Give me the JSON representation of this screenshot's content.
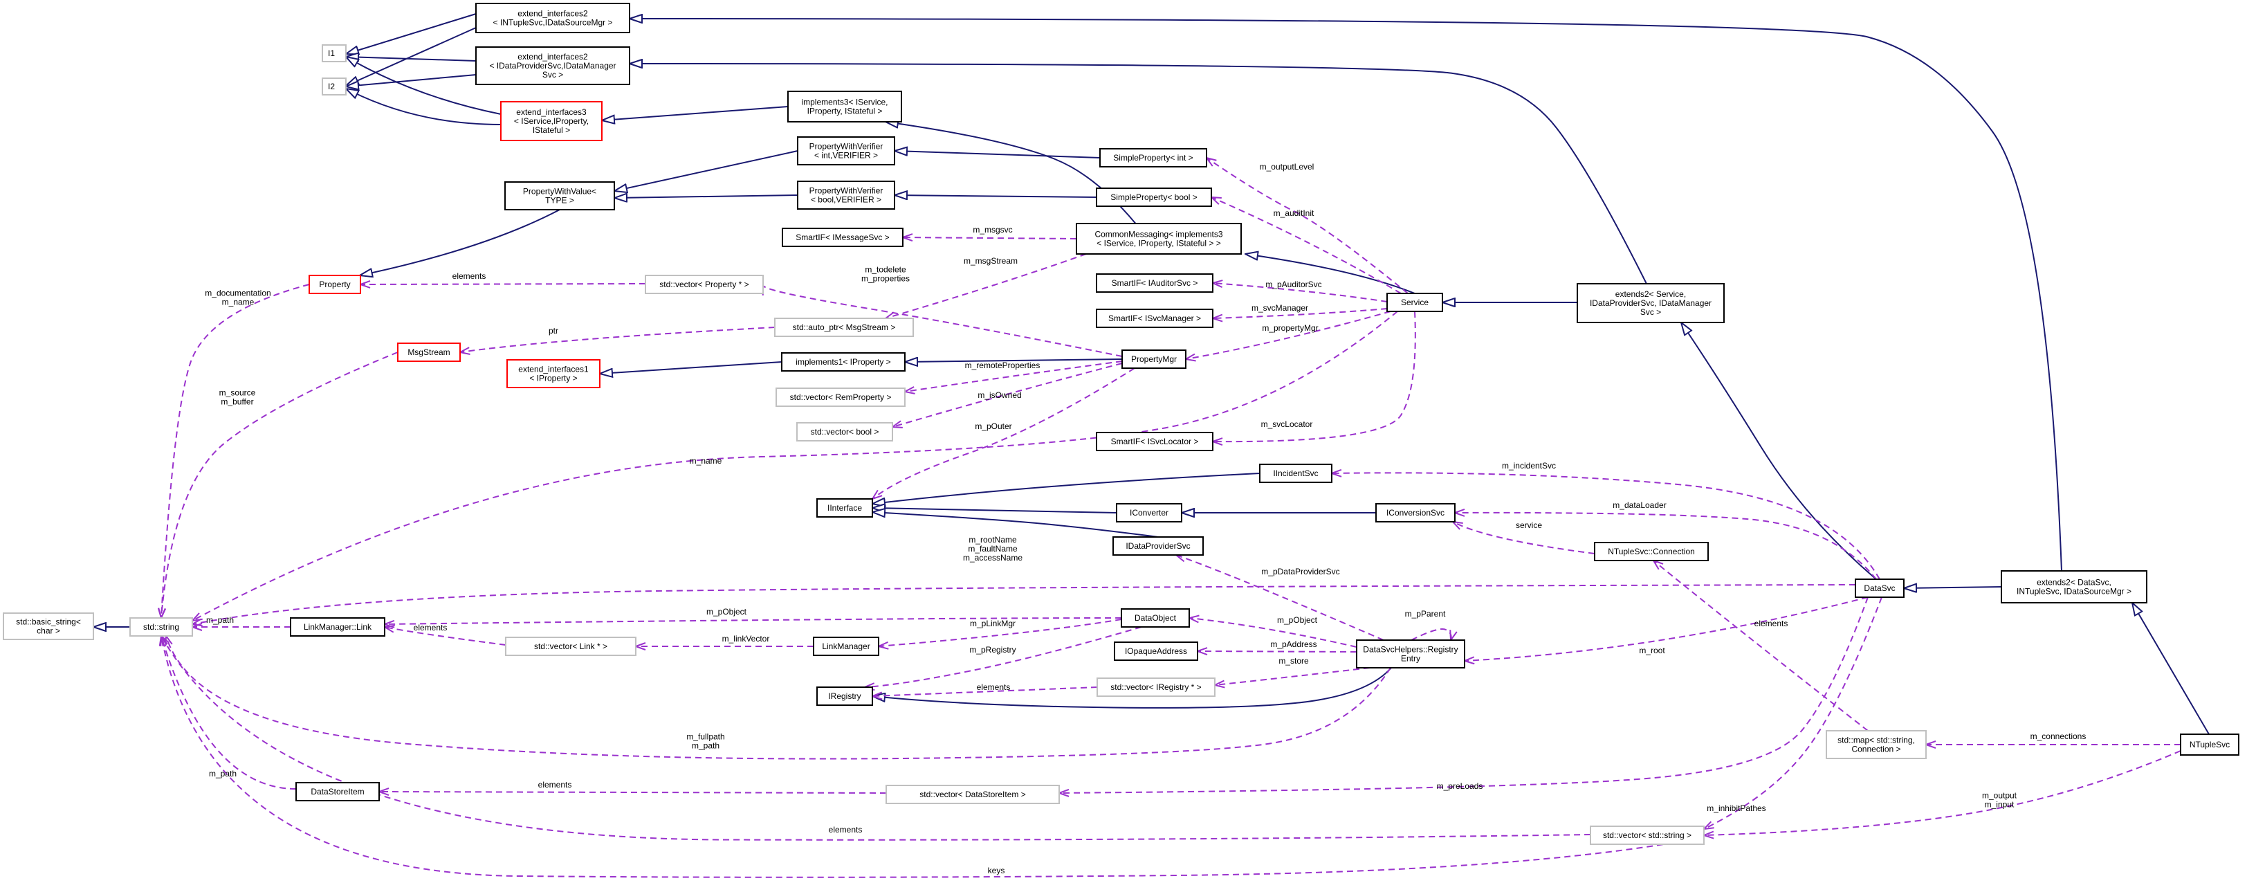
{
  "diagram": {
    "colors": {
      "inheritance_edge": "#191970",
      "usage_edge": "#9a32cd",
      "node_border_default": "#000000",
      "node_border_undocumented": "#c0c0c0",
      "node_border_truncated": "#ff0000",
      "node_fill_focus": "#bfbfbf"
    },
    "nodes": {
      "ntuplesvc": {
        "lines": [
          "NTupleSvc"
        ]
      },
      "extends2_datasvc": {
        "lines": [
          "extends2< DataSvc,",
          "INTupleSvc, IDataSourceMgr >"
        ]
      },
      "map_connection": {
        "lines": [
          "std::map< std::string,",
          "Connection >"
        ]
      },
      "datasvc": {
        "lines": [
          "DataSvc"
        ]
      },
      "extend_interfaces2_ntuple": {
        "lines": [
          "extend_interfaces2",
          "< INTupleSvc,IDataSourceMgr >"
        ]
      },
      "extends2_service": {
        "lines": [
          "extends2< Service,",
          "IDataProviderSvc, IDataManager",
          "Svc >"
        ]
      },
      "vector_string": {
        "lines": [
          "std::vector< std::string >"
        ]
      },
      "ntuple_connection": {
        "lines": [
          "NTupleSvc::Connection"
        ]
      },
      "iconversionsvc": {
        "lines": [
          "IConversionSvc"
        ]
      },
      "iincidentsvc": {
        "lines": [
          "IIncidentSvc"
        ]
      },
      "registry_entry": {
        "lines": [
          "DataSvcHelpers::Registry",
          "Entry"
        ]
      },
      "service": {
        "lines": [
          "Service"
        ]
      },
      "idataprovidersvc": {
        "lines": [
          "IDataProviderSvc"
        ]
      },
      "iconverter": {
        "lines": [
          "IConverter"
        ]
      },
      "iopaqueaddress": {
        "lines": [
          "IOpaqueAddress"
        ]
      },
      "vector_iregistry": {
        "lines": [
          "std::vector< IRegistry * >"
        ]
      },
      "dataobject": {
        "lines": [
          "DataObject"
        ]
      },
      "iregistry": {
        "lines": [
          "IRegistry"
        ]
      },
      "linkmanager": {
        "lines": [
          "LinkManager"
        ]
      },
      "vector_datastoreitem": {
        "lines": [
          "std::vector< DataStoreItem >"
        ]
      },
      "datastoreitem": {
        "lines": [
          "DataStoreItem"
        ]
      },
      "vector_link": {
        "lines": [
          "std::vector< Link * >"
        ]
      },
      "linkmanager_link": {
        "lines": [
          "LinkManager::Link"
        ]
      },
      "std_string": {
        "lines": [
          "std::string"
        ]
      },
      "basic_string": {
        "lines": [
          "std::basic_string<",
          "char >"
        ]
      },
      "iinterface": {
        "lines": [
          "IInterface"
        ]
      },
      "propertymgr": {
        "lines": [
          "PropertyMgr"
        ]
      },
      "smartif_isvclocator": {
        "lines": [
          "SmartIF< ISvcLocator >"
        ]
      },
      "smartif_isvcmanager": {
        "lines": [
          "SmartIF< ISvcManager >"
        ]
      },
      "smartif_iauditorsvc": {
        "lines": [
          "SmartIF< IAuditorSvc >"
        ]
      },
      "commonmessaging": {
        "lines": [
          "CommonMessaging< implements3",
          "< IService, IProperty, IStateful > >"
        ]
      },
      "simpleproperty_bool": {
        "lines": [
          "SimpleProperty< bool >"
        ]
      },
      "simpleproperty_int": {
        "lines": [
          "SimpleProperty< int >"
        ]
      },
      "implements3": {
        "lines": [
          "implements3< IService,",
          "IProperty, IStateful >"
        ]
      },
      "vector_bool": {
        "lines": [
          "std::vector< bool >"
        ]
      },
      "vector_remproperty": {
        "lines": [
          "std::vector< RemProperty >"
        ]
      },
      "implements1": {
        "lines": [
          "implements1< IProperty >"
        ]
      },
      "autoptr_msgstream": {
        "lines": [
          "std::auto_ptr< MsgStream >"
        ]
      },
      "vector_property": {
        "lines": [
          "std::vector< Property * >"
        ]
      },
      "smartif_imessagesvc": {
        "lines": [
          "SmartIF< IMessageSvc >"
        ]
      },
      "propertywithverifier_bool": {
        "lines": [
          "PropertyWithVerifier",
          "< bool,VERIFIER >"
        ]
      },
      "propertywithverifier_int": {
        "lines": [
          "PropertyWithVerifier",
          "< int,VERIFIER >"
        ]
      },
      "extend_interfaces2_dataprov": {
        "lines": [
          "extend_interfaces2",
          "< IDataProviderSvc,IDataManager",
          "Svc >"
        ]
      },
      "extend_interfaces3": {
        "lines": [
          "extend_interfaces3",
          "< IService,IProperty,",
          "IStateful >"
        ]
      },
      "extend_interfaces1": {
        "lines": [
          "extend_interfaces1",
          "< IProperty >"
        ]
      },
      "msgstream": {
        "lines": [
          "MsgStream"
        ]
      },
      "property": {
        "lines": [
          "Property"
        ]
      },
      "propertywithvalue": {
        "lines": [
          "PropertyWithValue<",
          "TYPE >"
        ]
      },
      "i1": {
        "lines": [
          "I1"
        ]
      },
      "i2": {
        "lines": [
          "I2"
        ]
      }
    },
    "edge_labels": {
      "m_connections": [
        "m_connections"
      ],
      "m_output_input": [
        "m_output",
        "m_input"
      ],
      "keys": [
        "keys"
      ],
      "elements_vecstring": [
        "elements"
      ],
      "m_inhibitpathes": [
        "m_inhibitPathes"
      ],
      "m_preloads": [
        "m_preLoads"
      ],
      "elements_datastoreitem": [
        "elements"
      ],
      "m_path_datastoreitem": [
        "m_path"
      ],
      "m_fullpath_path": [
        "m_fullpath",
        "m_path"
      ],
      "m_root": [
        "m_root"
      ],
      "elements_map": [
        "elements"
      ],
      "service": [
        "service"
      ],
      "m_dataloader": [
        "m_dataLoader"
      ],
      "m_incidentsvc": [
        "m_incidentSvc"
      ],
      "m_rootname": [
        "m_rootName",
        "m_faultName",
        "m_accessName"
      ],
      "m_pdataprovidersvc": [
        "m_pDataProviderSvc"
      ],
      "m_pparent": [
        "m_pParent"
      ],
      "m_pobject_registry": [
        "m_pObject"
      ],
      "m_paddress": [
        "m_pAddress"
      ],
      "m_store": [
        "m_store"
      ],
      "elements_registry": [
        "elements"
      ],
      "m_pregistry": [
        "m_pRegistry"
      ],
      "m_plinkmgr": [
        "m_pLinkMgr"
      ],
      "m_linkvector": [
        "m_linkVector"
      ],
      "elements_link": [
        "elements"
      ],
      "m_pobject_link": [
        "m_pObject"
      ],
      "m_path_link": [
        "m_path"
      ],
      "m_svclocator": [
        "m_svcLocator"
      ],
      "m_svcmanager": [
        "m_svcManager"
      ],
      "m_pauditorsvc": [
        "m_pAuditorSvc"
      ],
      "m_propertymgr": [
        "m_propertyMgr"
      ],
      "m_auditinit": [
        "m_auditInit"
      ],
      "m_outputlevel": [
        "m_outputLevel"
      ],
      "m_msgsvc": [
        "m_msgsvc"
      ],
      "m_msgstream": [
        "m_msgStream"
      ],
      "m_name_string": [
        "m_name"
      ],
      "m_pouter": [
        "m_pOuter"
      ],
      "m_isowned": [
        "m_isOwned"
      ],
      "m_remoteproperties": [
        "m_remoteProperties"
      ],
      "m_todelete": [
        "m_todelete",
        "m_properties"
      ],
      "elements_property": [
        "elements"
      ],
      "ptr": [
        "ptr"
      ],
      "m_source_buffer": [
        "m_source",
        "m_buffer"
      ],
      "m_documentation_name": [
        "m_documentation",
        "m_name"
      ]
    }
  }
}
